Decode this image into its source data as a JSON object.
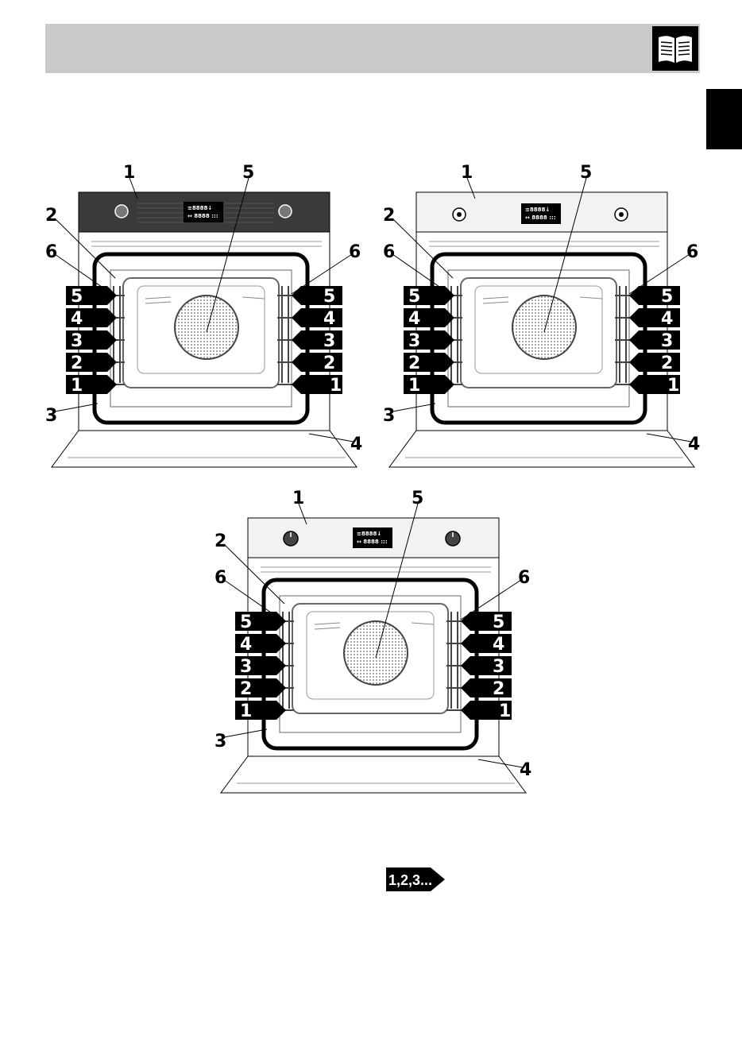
{
  "callouts": [
    "1",
    "2",
    "3",
    "4",
    "5",
    "6"
  ],
  "shelf_levels": [
    "5",
    "4",
    "3",
    "2",
    "1"
  ],
  "display_text": {
    "line1": "≡8888↓",
    "line2": "↔ 8888 :::"
  },
  "badge": {
    "text": "1,2,3..."
  },
  "colors": {
    "header": "#c9c9c9",
    "tab": "#000000",
    "dark_panel": "#3a3a3a",
    "light_panel": "#f2f2f2"
  },
  "icons": [
    "book-icon",
    "sequence-arrow-icon"
  ]
}
